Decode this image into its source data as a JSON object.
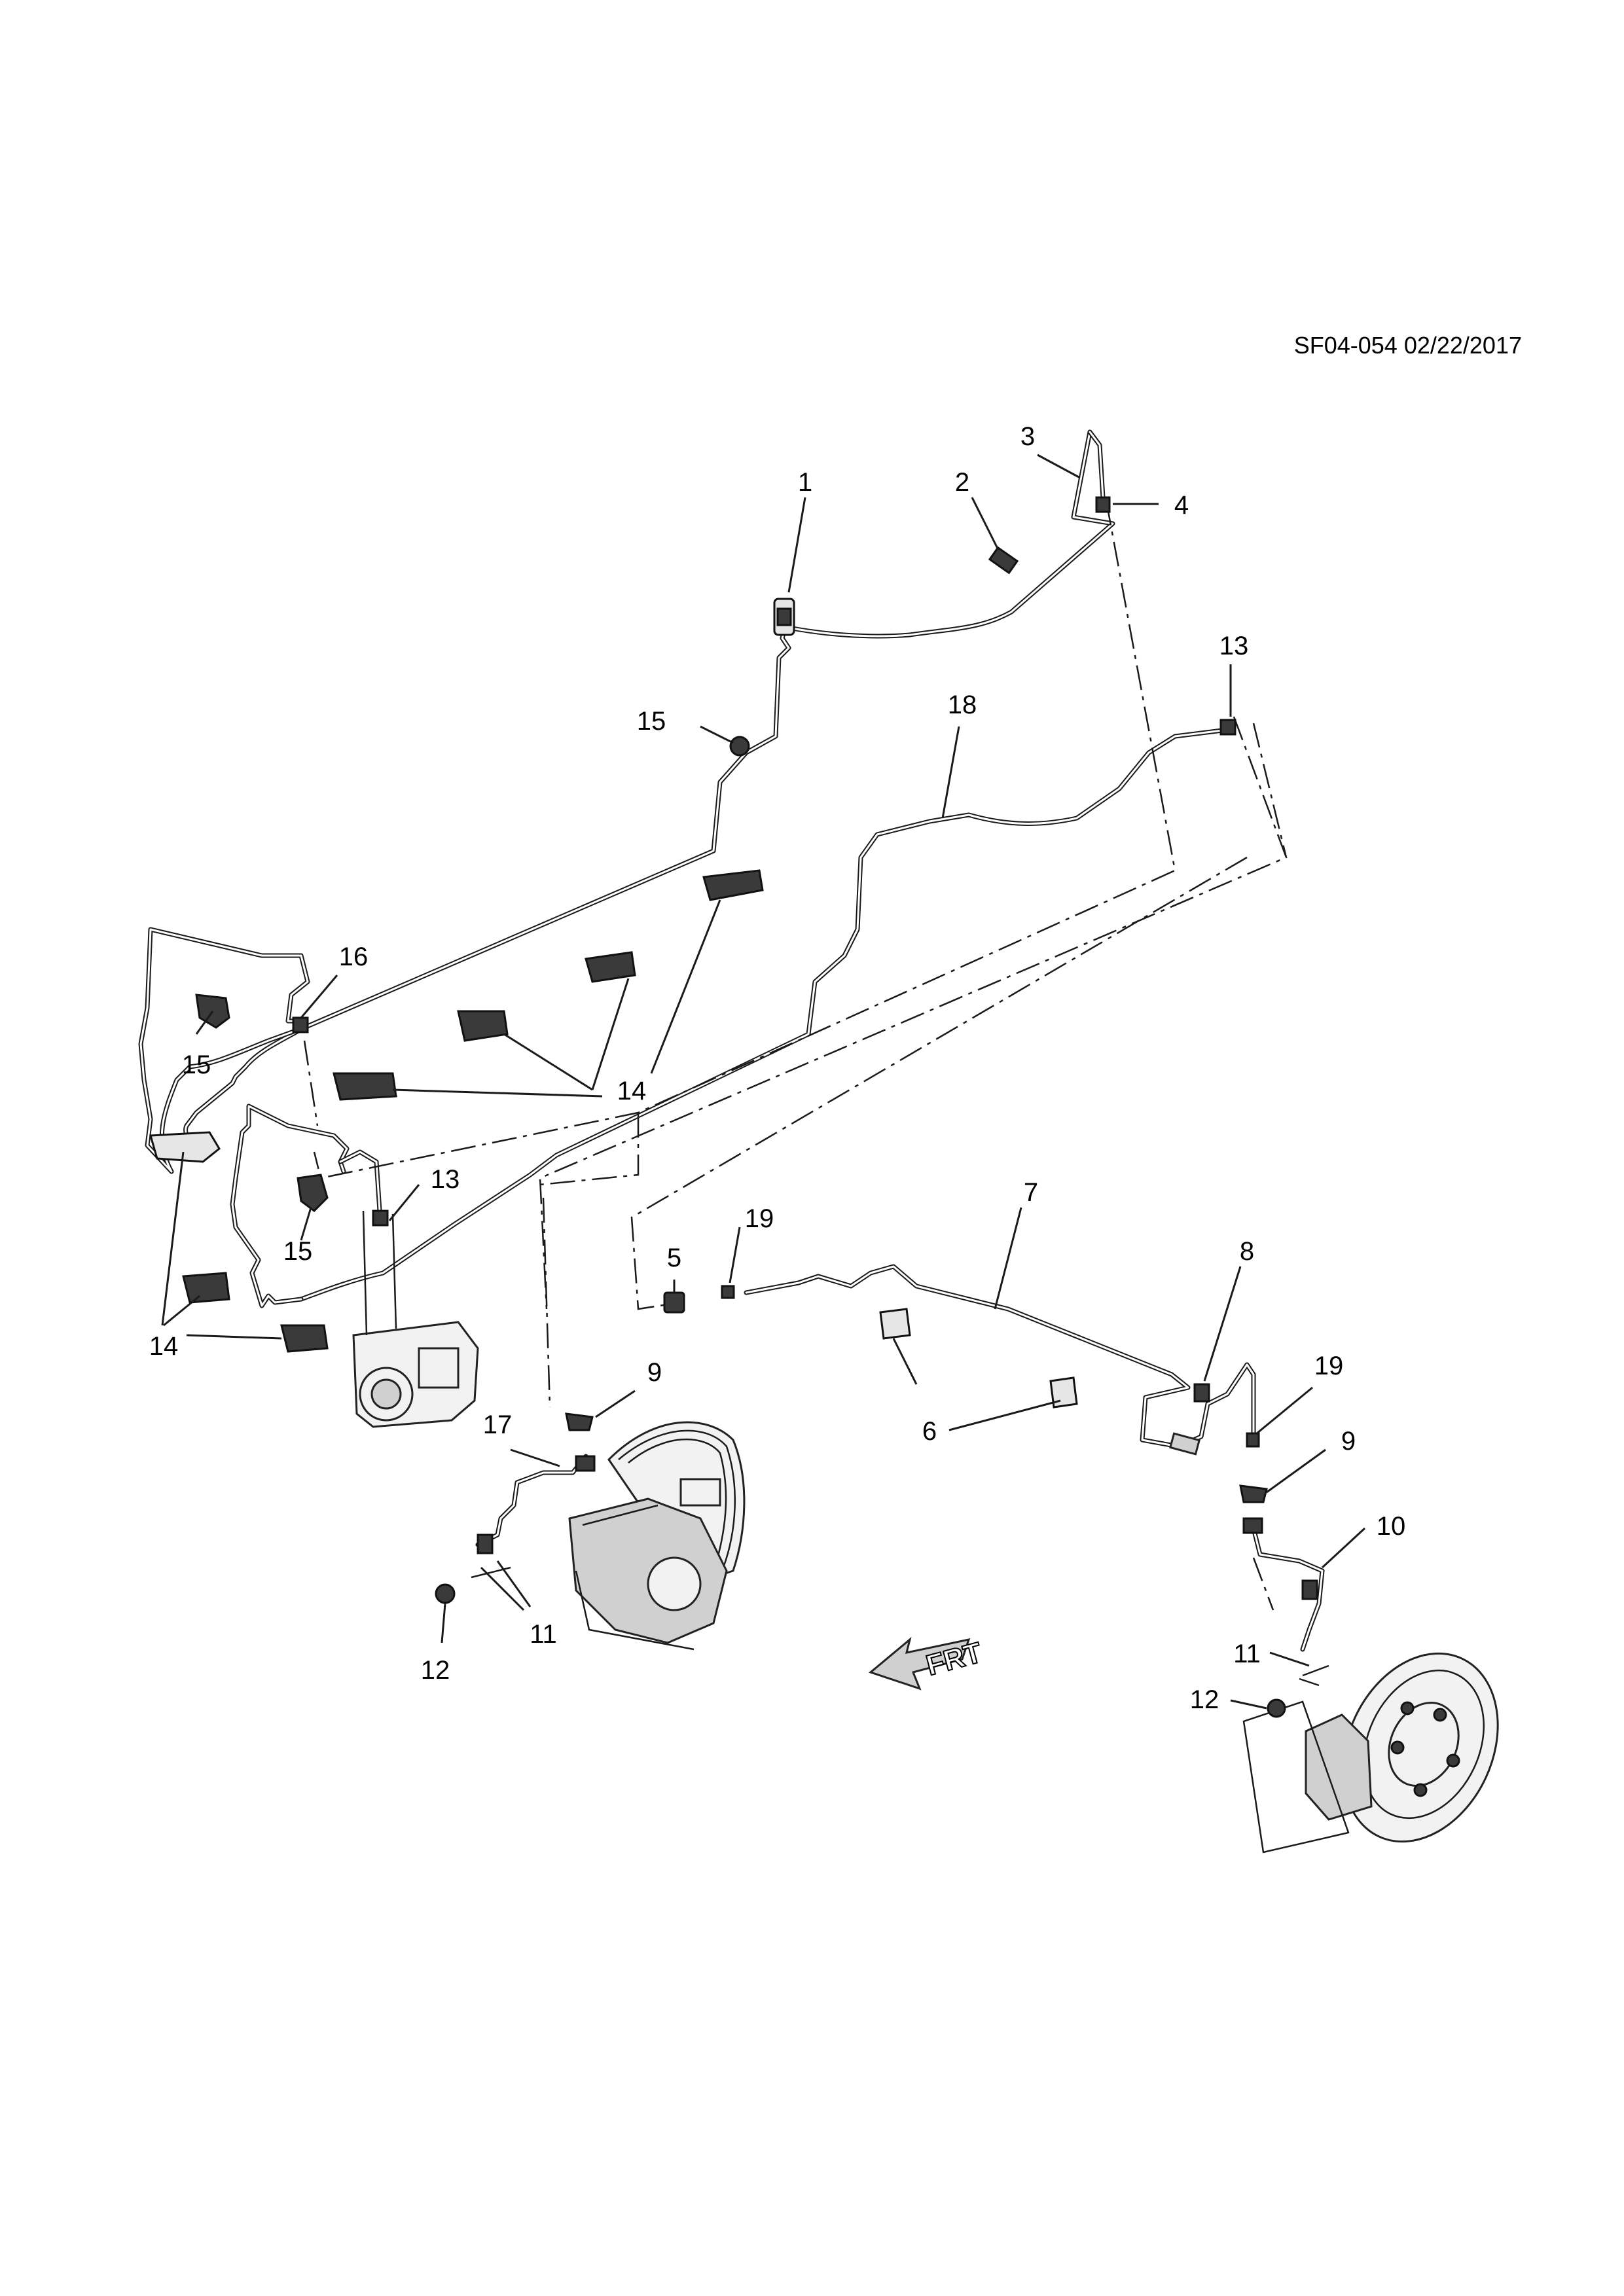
{
  "reference_code": "SF04-054 02/22/2017",
  "direction_label": "FRT",
  "callouts": [
    {
      "id": "c1",
      "label": "1"
    },
    {
      "id": "c2",
      "label": "2"
    },
    {
      "id": "c3",
      "label": "3"
    },
    {
      "id": "c4",
      "label": "4"
    },
    {
      "id": "c5",
      "label": "5"
    },
    {
      "id": "c6",
      "label": "6"
    },
    {
      "id": "c7",
      "label": "7"
    },
    {
      "id": "c8",
      "label": "8"
    },
    {
      "id": "c9a",
      "label": "9"
    },
    {
      "id": "c9b",
      "label": "9"
    },
    {
      "id": "c10",
      "label": "10"
    },
    {
      "id": "c11a",
      "label": "11"
    },
    {
      "id": "c11b",
      "label": "11"
    },
    {
      "id": "c12a",
      "label": "12"
    },
    {
      "id": "c12b",
      "label": "12"
    },
    {
      "id": "c13a",
      "label": "13"
    },
    {
      "id": "c13b",
      "label": "13"
    },
    {
      "id": "c14a",
      "label": "14"
    },
    {
      "id": "c14b",
      "label": "14"
    },
    {
      "id": "c15a",
      "label": "15"
    },
    {
      "id": "c15b",
      "label": "15"
    },
    {
      "id": "c15c",
      "label": "15"
    },
    {
      "id": "c16",
      "label": "16"
    },
    {
      "id": "c17",
      "label": "17"
    },
    {
      "id": "c18",
      "label": "18"
    },
    {
      "id": "c19a",
      "label": "19"
    },
    {
      "id": "c19b",
      "label": "19"
    }
  ]
}
